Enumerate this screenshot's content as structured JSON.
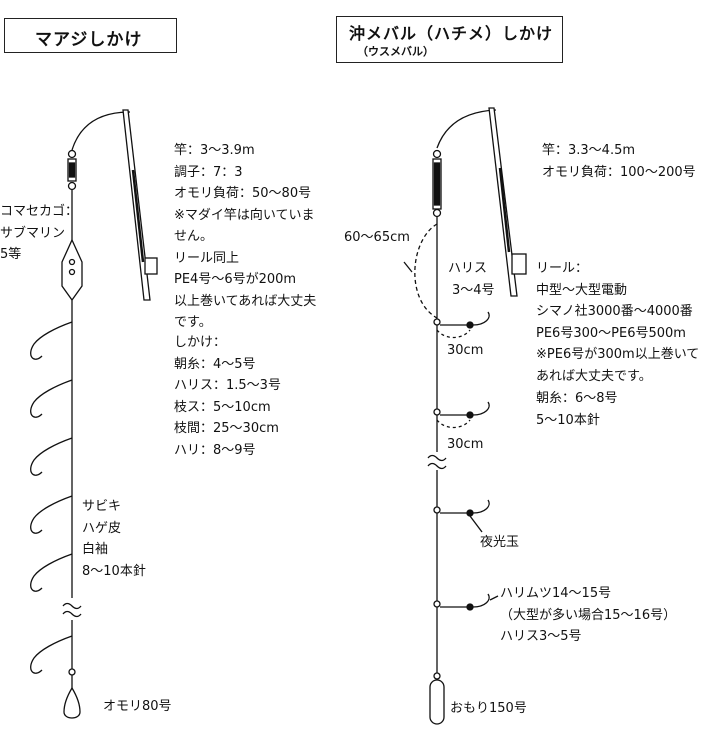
{
  "left": {
    "title": "マアジしかけ",
    "specs": [
      "竿：3〜3.9m",
      "調子：7：3",
      "オモリ負荷：50〜80号",
      "※マダイ竿は向いていま",
      "せん。",
      "リール同上",
      "PE4号〜6号が200m",
      "以上巻いてあれば大丈夫",
      "です。"
    ],
    "shikake": [
      "しかけ：",
      "朝糸：4〜5号",
      "ハリス：1.5〜3号",
      "枝ス：5〜10cm",
      "枝間：25〜30cm",
      "ハリ：8〜9号"
    ],
    "float_labels": [
      "コマセカゴ：",
      "サブマリン",
      "5等"
    ],
    "hooks": [
      "サビキ",
      "ハゲ皮",
      "白袖",
      "8〜10本針"
    ],
    "sinker": "オモリ80号"
  },
  "right": {
    "title": "沖メバル（ハチメ）しかけ",
    "subtitle": "（ウスメバル）",
    "rod": [
      "竿：3.3〜4.5m",
      "オモリ負荷：100〜200号"
    ],
    "reel": [
      "リール：",
      "中型〜大型電動",
      "シマノ社3000番〜4000番",
      "PE6号300〜PE6号500m",
      "※PE6号が300m以上巻いて",
      "あれば大丈夫です。"
    ],
    "main_line": [
      "朝糸：6〜8号",
      "5〜10本針"
    ],
    "loop_length": "60〜65cm",
    "harisu": [
      "ハリス",
      "3〜4号"
    ],
    "spacing1": "30cm",
    "spacing2": "30cm",
    "bead": "夜光玉",
    "hook_info": [
      "ハリムツ14〜15号",
      "（大型が多い場合15〜16号）",
      "ハリス3〜5号"
    ],
    "sinker": "おもり150号"
  }
}
